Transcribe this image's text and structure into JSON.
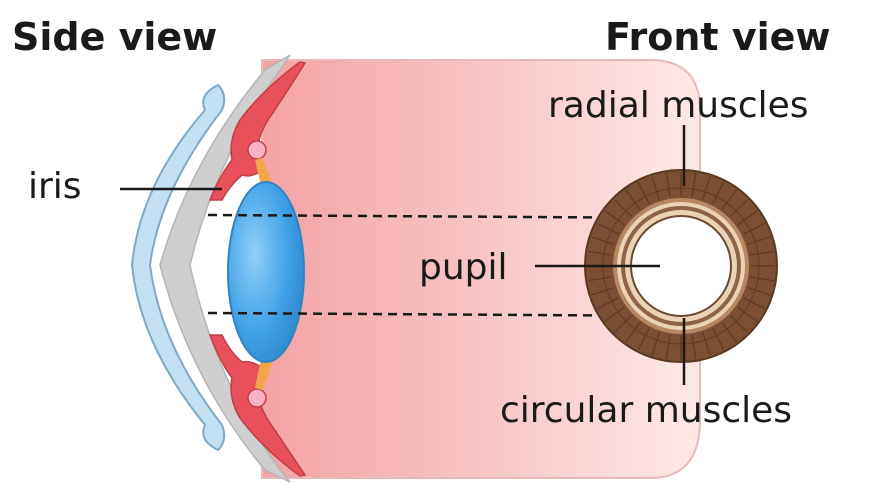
{
  "headings": {
    "side_view": "Side view",
    "front_view": "Front view"
  },
  "labels": {
    "iris": "iris",
    "pupil": "pupil",
    "radial_muscles": "radial muscles",
    "circular_muscles": "circular muscles"
  },
  "colors": {
    "eyeball_pink": "#f5a8aa",
    "eyeball_light": "#fbe3e2",
    "iris_red": "#e8505b",
    "lens_blue": "#4aa8e8",
    "cornea_blue": "#bcdcf0",
    "sclera_grey": "#c9c9c9",
    "ligament_orange": "#f2a64a",
    "ring_brown": "#7a4f33",
    "ring_tan": "#e7c9a6"
  }
}
